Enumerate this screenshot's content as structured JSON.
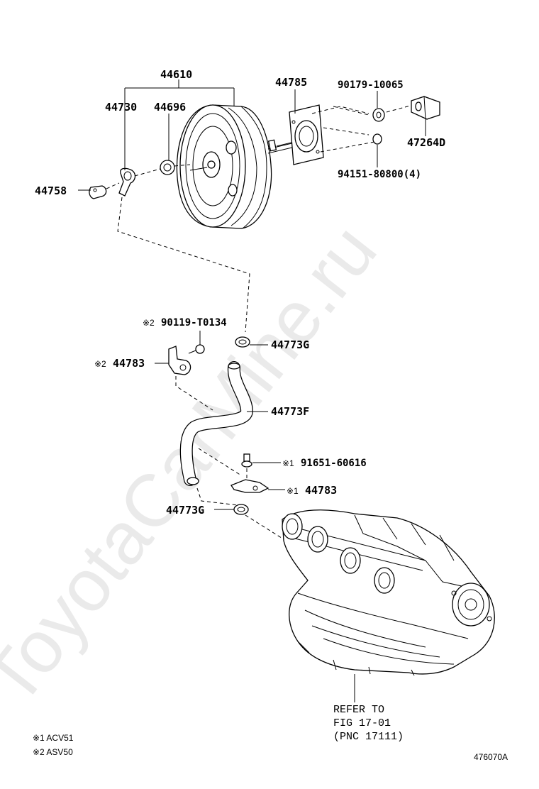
{
  "watermark": "ToyotaCarMine.ru",
  "labels": {
    "booster_assembly": "44610",
    "check_valve": "44730",
    "grommet": "44696",
    "gasket": "44785",
    "nut_90179": "90179-10065",
    "clevis": "47264D",
    "clip_94151": "94151-80800(4)",
    "clamp_44758": "44758",
    "bolt_90119": "90119-T0134",
    "bolt_90119_mark": "※2",
    "clip_44773g_upper": "44773G",
    "bracket_asv": "44783",
    "bracket_asv_mark": "※2",
    "hose": "44773F",
    "bolt_91651": "91651-60616",
    "bolt_91651_mark": "※1",
    "bracket_acv": "44783",
    "bracket_acv_mark": "※1",
    "clip_44773g_lower": "44773G"
  },
  "refer": {
    "line1": "REFER TO",
    "line2": "FIG 17-01",
    "line3": "(PNC 17111)"
  },
  "notes": {
    "note1": "※1 ACV51",
    "note2": "※2 ASV50"
  },
  "diagram_id": "476070A"
}
